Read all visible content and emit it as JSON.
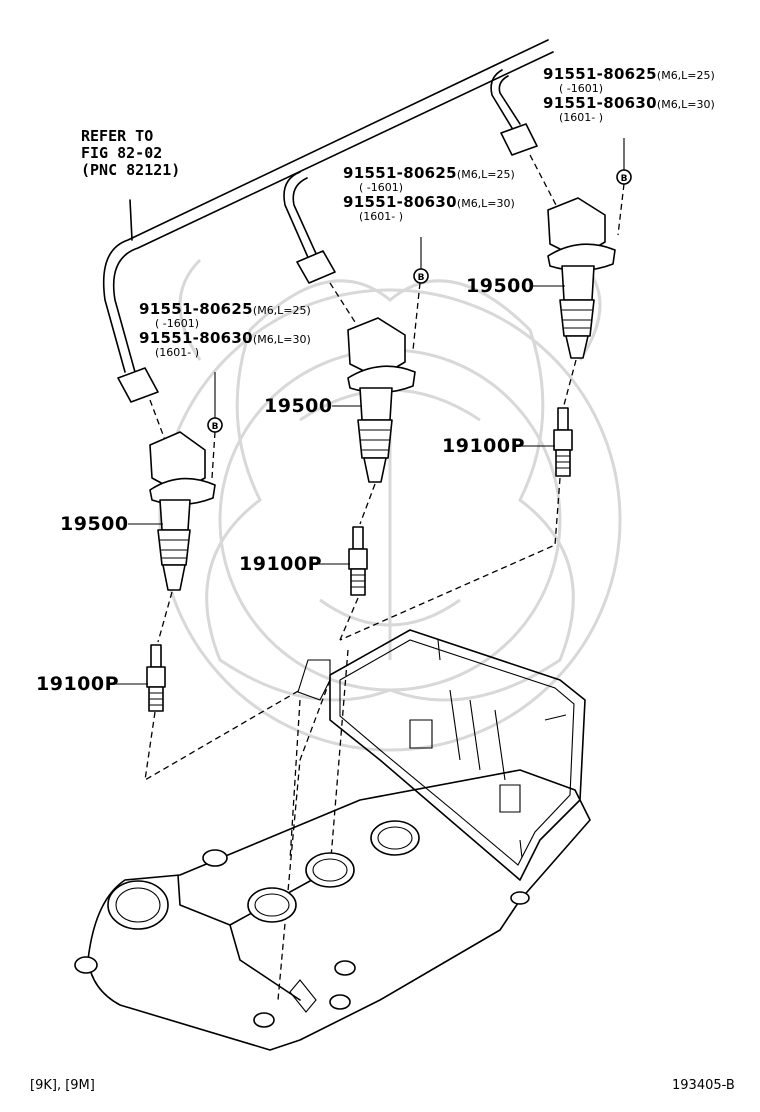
{
  "refer": {
    "line1": "REFER TO",
    "line2": "FIG 82-02",
    "line3": "(PNC 82121)"
  },
  "callouts": [
    {
      "pn1": "91551-80625",
      "spec1": "(M6,L=25)",
      "date1": "(    -1601)",
      "pn2": "91551-80630",
      "spec2": "(M6,L=30)",
      "date2": "(1601-    )",
      "ref_marker": "B"
    },
    {
      "pn1": "91551-80625",
      "spec1": "(M6,L=25)",
      "date1": "(    -1601)",
      "pn2": "91551-80630",
      "spec2": "(M6,L=30)",
      "date2": "(1601-    )",
      "ref_marker": "B"
    },
    {
      "pn1": "91551-80625",
      "spec1": "(M6,L=25)",
      "date1": "(    -1601)",
      "pn2": "91551-80630",
      "spec2": "(M6,L=30)",
      "date2": "(1601-    )",
      "ref_marker": "B"
    }
  ],
  "coil_label": "19500",
  "plug_label": "19100P",
  "footer": {
    "models": "[9K], [9M]",
    "illustration_id": "193405-B"
  }
}
